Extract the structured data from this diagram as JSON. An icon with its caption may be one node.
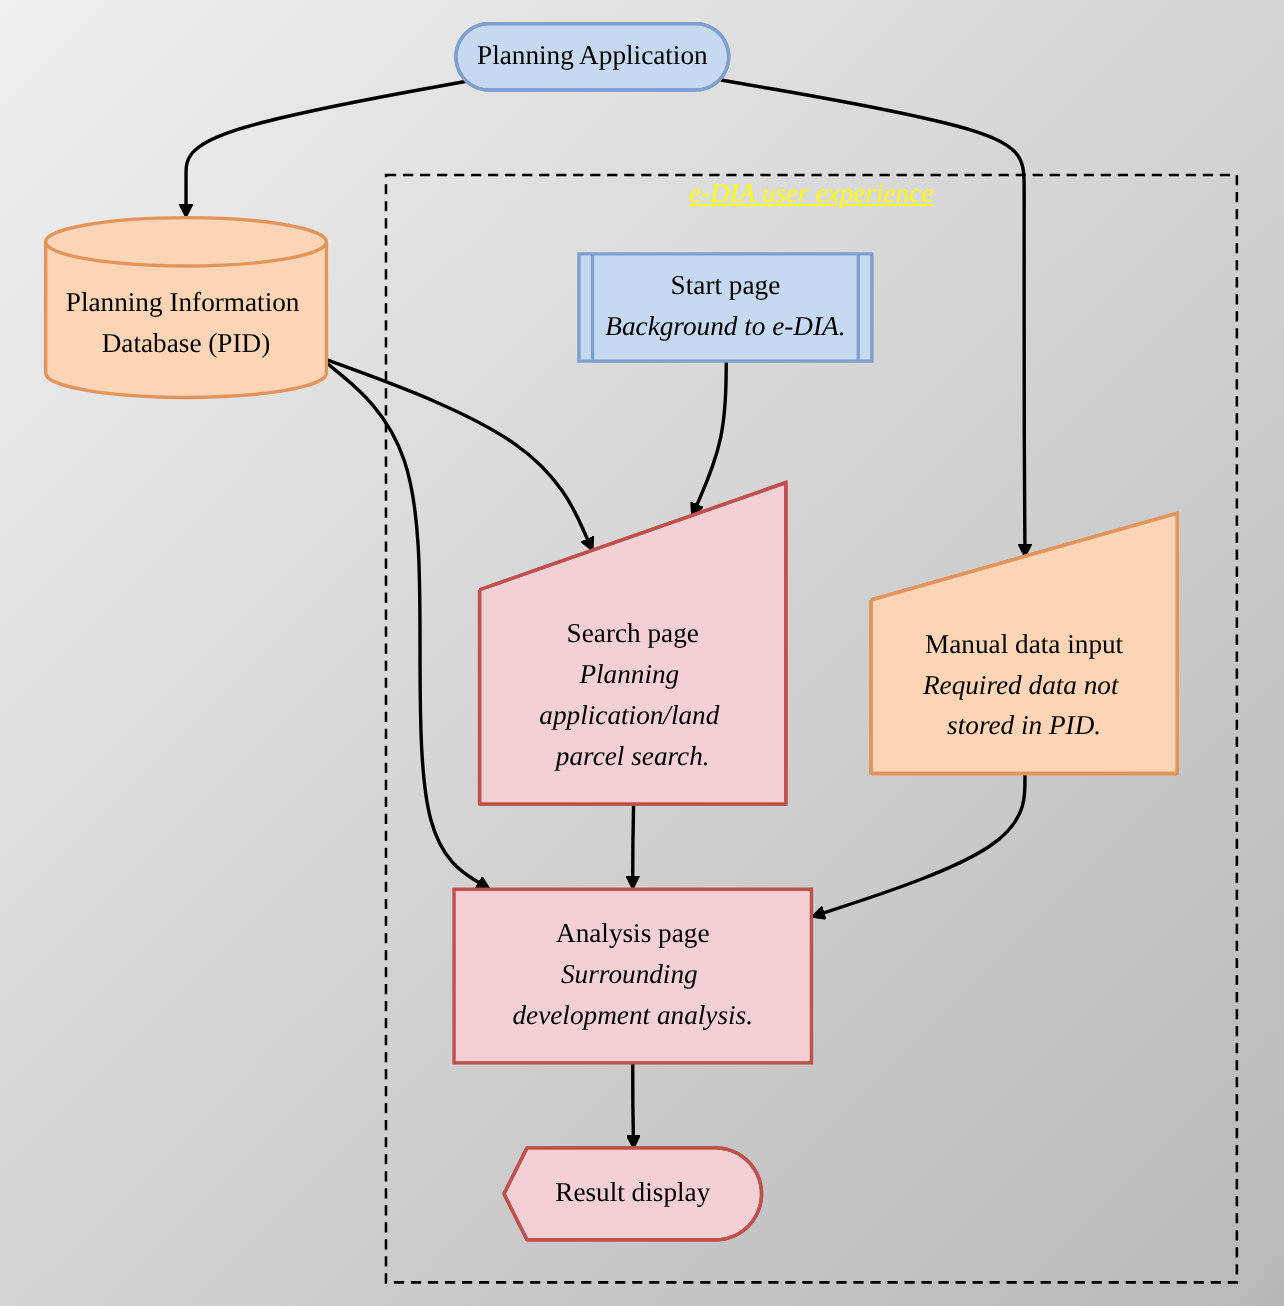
{
  "diagram": {
    "nodes": [
      {
        "text": [
          "e-DIA user experience"
        ]
      },
      {
        "text": [
          "Planning Application"
        ]
      },
      {
        "text": [
          "Planning Information Database (PID)"
        ]
      },
      {
        "text": [
          "Start page",
          "Background to e-DIA."
        ],
        "in": 0
      },
      {
        "text": [
          "Search page",
          "Planning application/land parcel search."
        ],
        "in": 0
      },
      {
        "text": [
          "Analysis page",
          "Surrounding development analysis."
        ],
        "in": 0
      },
      {
        "text": [
          "Manual data input",
          "Required data not stored in PID."
        ],
        "in": 0
      },
      {
        "text": [
          "Result display"
        ],
        "in": 0
      }
    ],
    "edges": [
      {
        "from": 1,
        "to": 2,
        "arrow": "to"
      },
      {
        "from": 1,
        "to": 6,
        "arrow": "to"
      },
      {
        "from": 2,
        "to": 4,
        "arrow": "to"
      },
      {
        "from": 2,
        "to": 5,
        "arrow": "to"
      },
      {
        "from": 3,
        "to": 4,
        "arrow": "to"
      },
      {
        "from": 4,
        "to": 5,
        "arrow": "to"
      },
      {
        "from": 6,
        "to": 5,
        "arrow": "to"
      },
      {
        "from": 5,
        "to": 7,
        "arrow": "to"
      }
    ]
  }
}
